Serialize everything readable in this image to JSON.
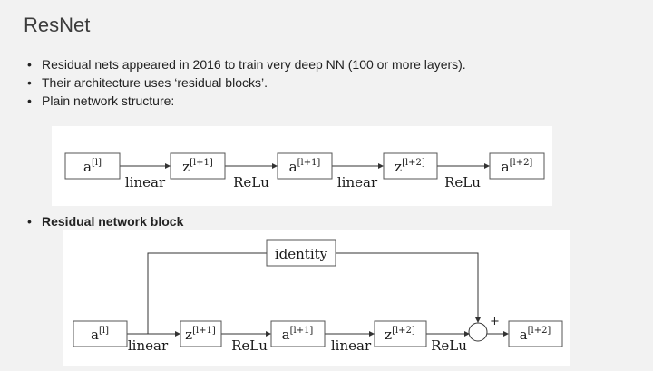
{
  "slide": {
    "title": "ResNet"
  },
  "bullets": [
    "Residual nets appeared in 2016 to train very deep NN (100 or more layers).",
    "Their architecture uses ‘residual blocks’.",
    "Plain network structure:"
  ],
  "bullet_marker": "•",
  "residual_heading": "Residual network block",
  "plain_diagram": {
    "nodes": [
      {
        "base": "a",
        "sup": "[l]"
      },
      {
        "base": "z",
        "sup": "[l+1]"
      },
      {
        "base": "a",
        "sup": "[l+1]"
      },
      {
        "base": "z",
        "sup": "[l+2]"
      },
      {
        "base": "a",
        "sup": "[l+2]"
      }
    ],
    "edges": [
      "linear",
      "ReLu",
      "linear",
      "ReLu"
    ]
  },
  "residual_diagram": {
    "nodes": [
      {
        "base": "a",
        "sup": "[l]"
      },
      {
        "base": "z",
        "sup": "[l+1]"
      },
      {
        "base": "a",
        "sup": "[l+1]"
      },
      {
        "base": "z",
        "sup": "[l+2]"
      },
      {
        "base": "a",
        "sup": "[l+2]"
      }
    ],
    "edges": [
      "linear",
      "ReLu",
      "linear",
      "ReLu"
    ],
    "skip_label": "identity",
    "sum_label": "+"
  }
}
